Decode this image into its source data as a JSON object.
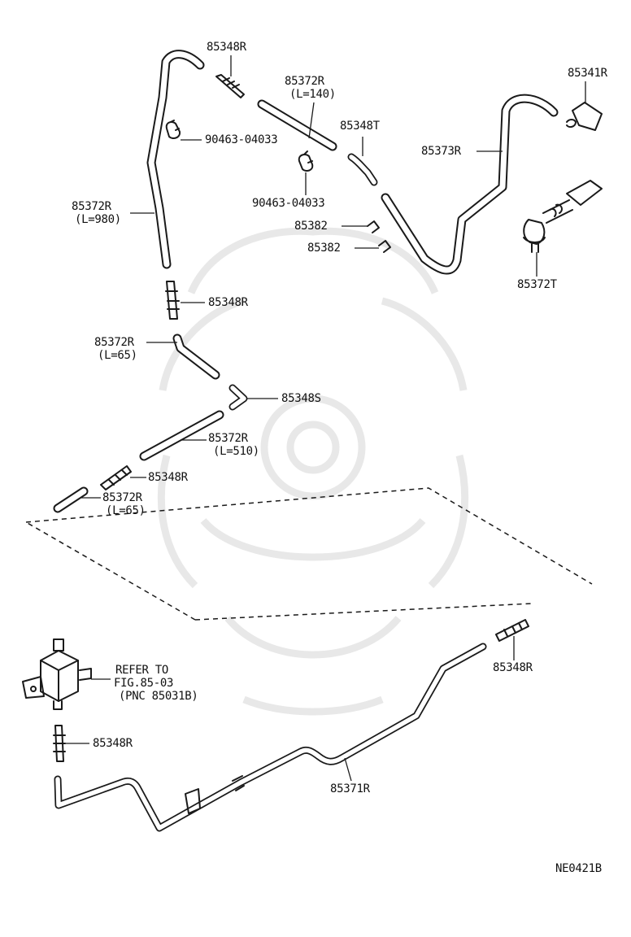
{
  "diagram_code": "NE0421B",
  "labels": {
    "p1": "85348R",
    "p2": "85372R",
    "p2_len": "(L=140)",
    "p3": "85341R",
    "p4": "90463-04033",
    "p5": "85348T",
    "p6": "85373R",
    "p7": "90463-04033",
    "p8": "85372R",
    "p8_len": "(L=980)",
    "p9": "85382",
    "p10": "85382",
    "p11": "85372T",
    "p12": "85348R",
    "p13": "85372R",
    "p13_len": "(L=65)",
    "p14": "85348S",
    "p15": "85372R",
    "p15_len": "(L=510)",
    "p16": "85348R",
    "p17": "85372R",
    "p17_len": "(L=65)",
    "p18_line1": "REFER TO",
    "p18_line2": "FIG.85-03",
    "p18_line3": "(PNC 85031B)",
    "p19": "85348R",
    "p20": "85348R",
    "p21": "85371R"
  }
}
